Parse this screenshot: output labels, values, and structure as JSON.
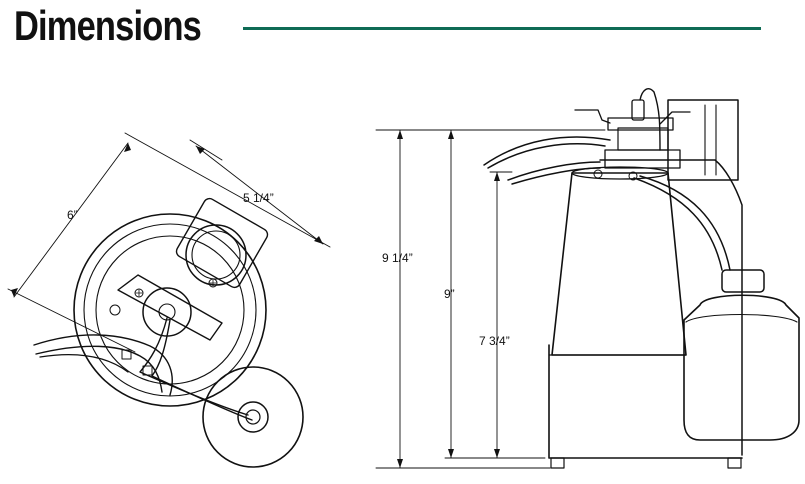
{
  "header": {
    "title": "Dimensions",
    "rule_color": "#0e6b55"
  },
  "top_view": {
    "dim_diagonal_left": "6”",
    "dim_diagonal_right": "5 1/4”"
  },
  "side_view": {
    "dim_overall": "9 1/4”",
    "dim_discharge": "9”",
    "dim_inlet": "7 3/4”"
  }
}
